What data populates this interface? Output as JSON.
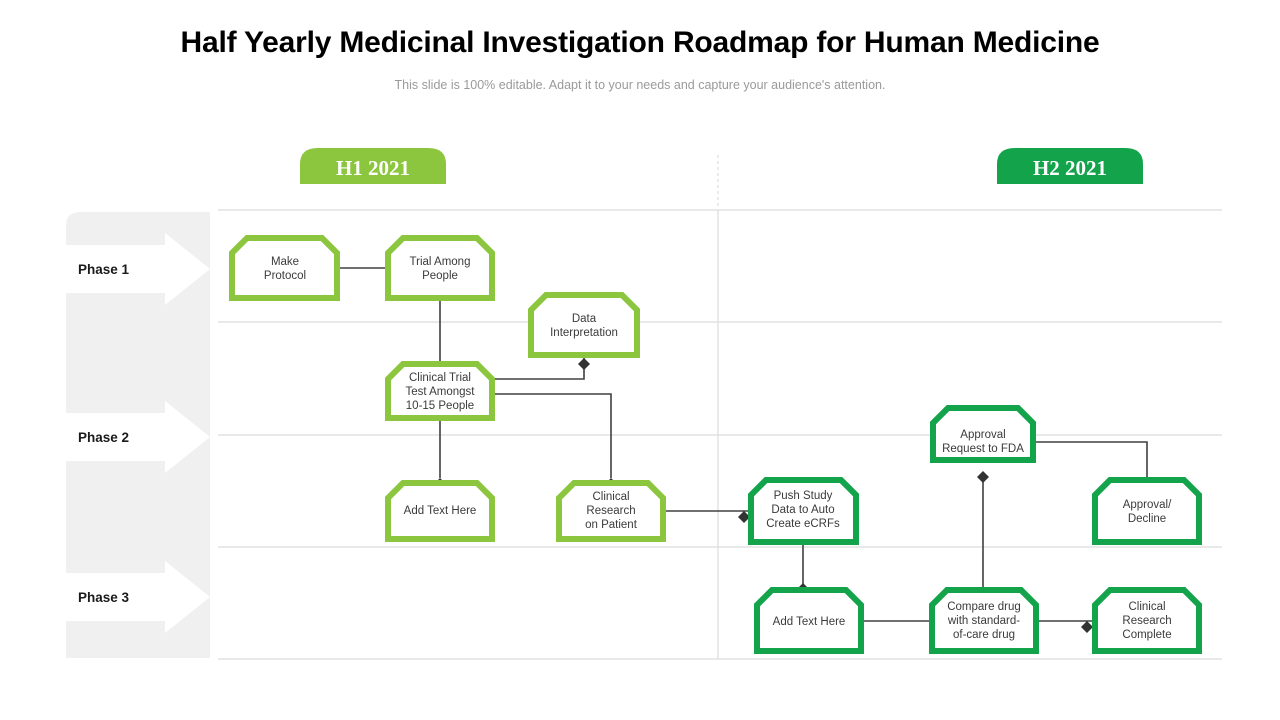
{
  "slide": {
    "title": "Half Yearly Medicinal Investigation Roadmap for Human Medicine",
    "subtitle": "This slide is 100% editable. Adapt it to your needs and capture your audience's attention."
  },
  "colors": {
    "light_green": "#8CC63F",
    "dark_green": "#13A34B",
    "panel_gray": "#F0F0F0",
    "grid_line": "#E2E2E2",
    "connector": "#404040",
    "title_text": "#000000",
    "subtitle_text": "#9A9A9A",
    "node_text": "#3B3B3B"
  },
  "halves": [
    {
      "id": "h1",
      "label": "H1 2021",
      "color": "#8CC63F"
    },
    {
      "id": "h2",
      "label": "H2 2021",
      "color": "#13A34B"
    }
  ],
  "phases": [
    {
      "id": "phase-1",
      "label": "Phase 1"
    },
    {
      "id": "phase-2",
      "label": "Phase 2"
    },
    {
      "id": "phase-3",
      "label": "Phase 3"
    }
  ],
  "nodes": [
    {
      "id": "make-protocol",
      "lines": [
        "Make",
        "Protocol"
      ],
      "half": "h1"
    },
    {
      "id": "trial-among-people",
      "lines": [
        "Trial Among",
        "People"
      ],
      "half": "h1"
    },
    {
      "id": "data-interpretation",
      "lines": [
        "Data",
        "Interpretation"
      ],
      "half": "h1"
    },
    {
      "id": "clinical-trial-test",
      "lines": [
        "Clinical Trial",
        "Test Amongst",
        "10-15 People"
      ],
      "half": "h1"
    },
    {
      "id": "add-text-here-left",
      "lines": [
        "Add Text Here"
      ],
      "half": "h1"
    },
    {
      "id": "clinical-research-on-patient",
      "lines": [
        "Clinical",
        "Research",
        "on Patient"
      ],
      "half": "h1"
    },
    {
      "id": "push-study-data",
      "lines": [
        "Push Study",
        "Data to Auto",
        "Create eCRFs"
      ],
      "half": "h2"
    },
    {
      "id": "approval-request-fda",
      "lines": [
        "Approval",
        "Request to FDA"
      ],
      "half": "h2"
    },
    {
      "id": "approval-decline",
      "lines": [
        "Approval/",
        "Decline"
      ],
      "half": "h2"
    },
    {
      "id": "add-text-here-right",
      "lines": [
        "Add Text Here"
      ],
      "half": "h2"
    },
    {
      "id": "compare-drug",
      "lines": [
        "Compare drug",
        "with standard-",
        "of-care drug"
      ],
      "half": "h2"
    },
    {
      "id": "clinical-research-complete",
      "lines": [
        "Clinical",
        "Research",
        "Complete"
      ],
      "half": "h2"
    }
  ],
  "connections": [
    {
      "from": "make-protocol",
      "to": "trial-among-people"
    },
    {
      "from": "trial-among-people",
      "to": "clinical-trial-test"
    },
    {
      "from": "clinical-trial-test",
      "to": "data-interpretation"
    },
    {
      "from": "clinical-trial-test",
      "to": "add-text-here-left"
    },
    {
      "from": "clinical-trial-test",
      "to": "clinical-research-on-patient"
    },
    {
      "from": "clinical-research-on-patient",
      "to": "push-study-data"
    },
    {
      "from": "push-study-data",
      "to": "add-text-here-right"
    },
    {
      "from": "add-text-here-right",
      "to": "compare-drug"
    },
    {
      "from": "compare-drug",
      "to": "clinical-research-complete"
    },
    {
      "from": "compare-drug",
      "to": "approval-request-fda"
    },
    {
      "from": "approval-request-fda",
      "to": "approval-decline"
    }
  ]
}
